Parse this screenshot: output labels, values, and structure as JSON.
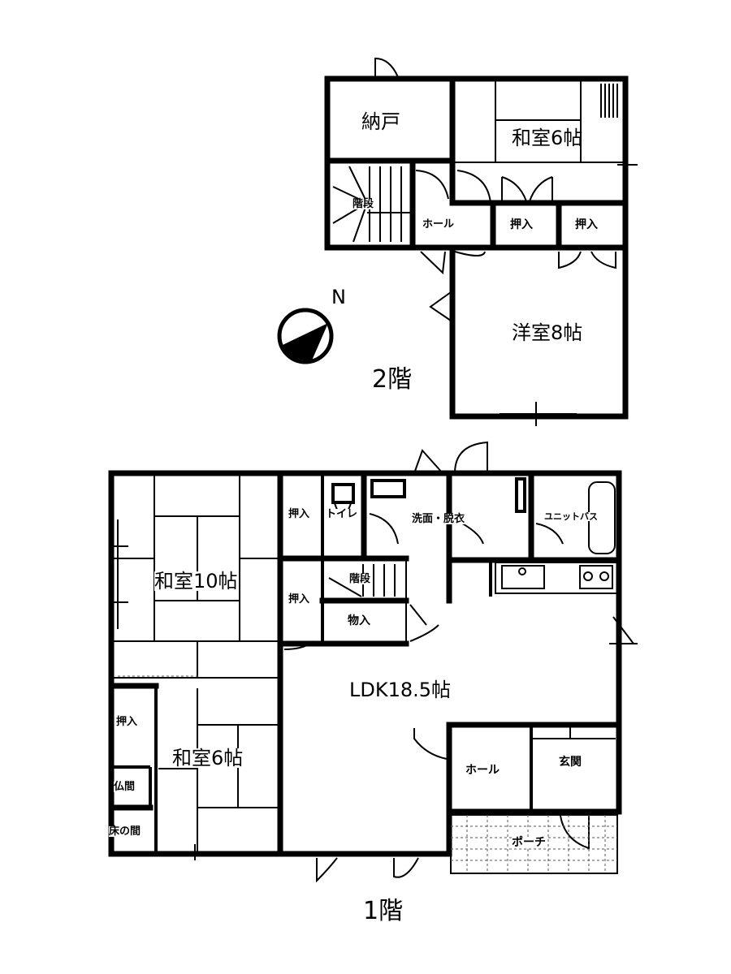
{
  "floor2": {
    "floor_label": "2階",
    "rooms": {
      "storage": "納戸",
      "washitsu6": "和室6帖",
      "stairs": "階段",
      "hall": "ホール",
      "closet1": "押入",
      "closet2": "押入",
      "youshitsu8": "洋室8帖"
    }
  },
  "floor1": {
    "floor_label": "1階",
    "rooms": {
      "washitsu10": "和室10帖",
      "closet_upper": "押入",
      "closet_lower": "押入",
      "toilet": "トイレ",
      "stairs": "階段",
      "storage": "物入",
      "washroom": "洗面・脱衣",
      "unit_bath": "ユニットバス",
      "ldk": "LDK18.5帖",
      "washitsu6": "和室6帖",
      "closet_side": "押入",
      "butsuma": "仏間",
      "tokonoma": "床の間",
      "hall": "ホール",
      "entrance": "玄関",
      "porch": "ポーチ"
    }
  },
  "compass": {
    "north_label": "N"
  }
}
